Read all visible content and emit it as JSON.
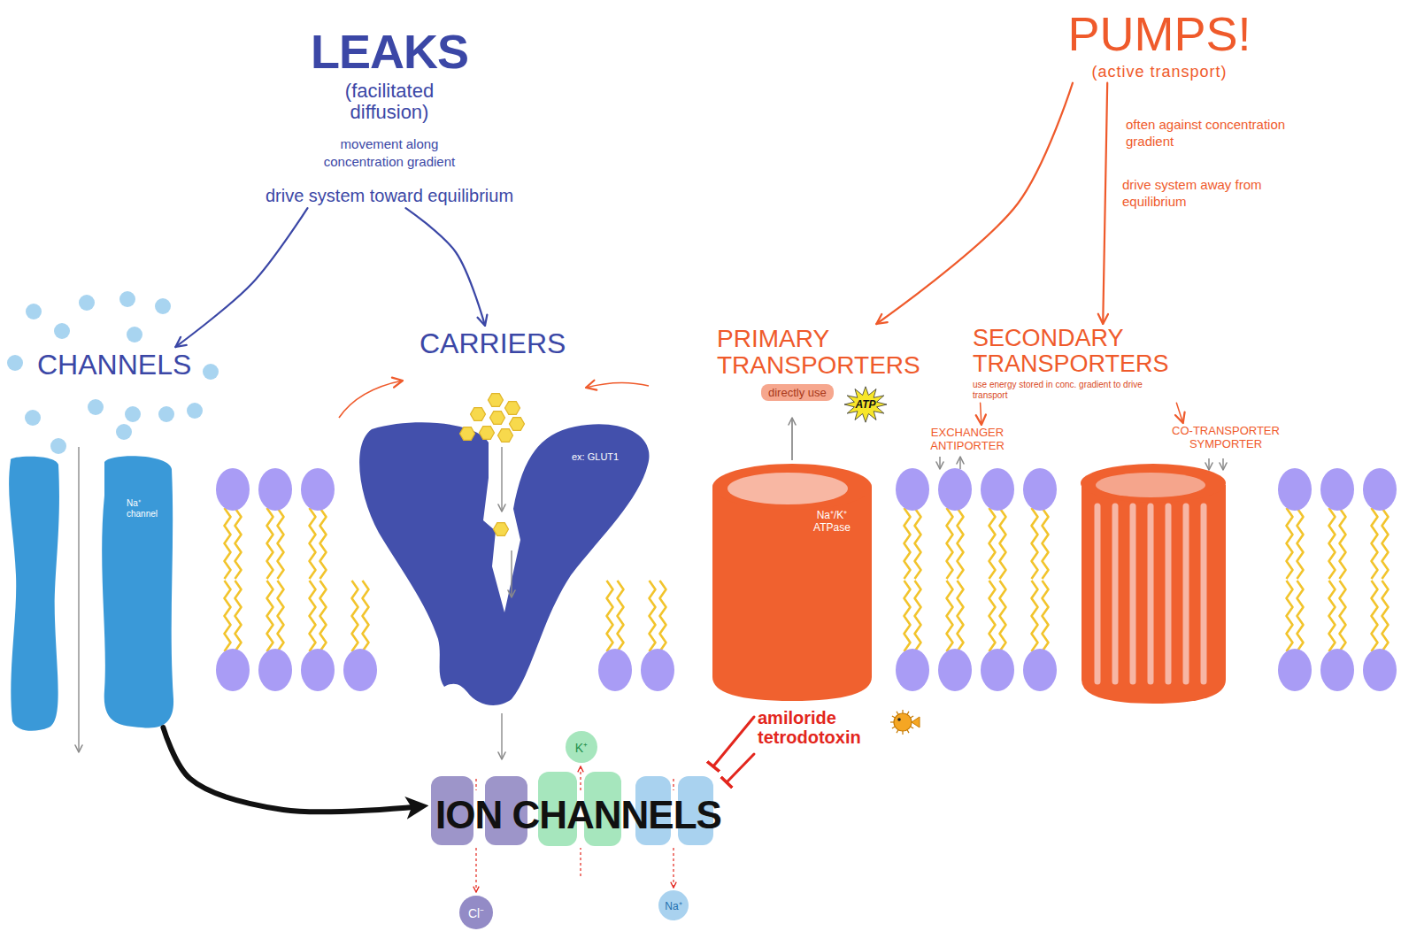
{
  "diagram": {
    "nodes": [
      {
        "text": [
          "LEAKS",
          "(facilitated diffusion)",
          "movement along concentration gradient",
          "drive system toward equilibrium"
        ]
      },
      {
        "text": [
          "PUMPS!",
          "(active transport)"
        ]
      },
      {
        "text": [
          "CHANNELS"
        ]
      },
      {
        "text": [
          "CARRIERS"
        ]
      },
      {
        "text": [
          "PRIMARY TRANSPORTERS",
          "directly use"
        ]
      },
      {
        "text": [
          "ATP"
        ]
      },
      {
        "text": [
          "SECONDARY TRANSPORTERS",
          "use energy stored in conc. gradient to drive transport"
        ]
      },
      {
        "text": [
          "EXCHANGER ANTIPORTER"
        ]
      },
      {
        "text": [
          "CO-TRANSPORTER SYMPORTER"
        ]
      },
      {
        "text": [
          "Na⁺ channel"
        ]
      },
      {
        "text": [
          "ex: GLUT1"
        ]
      },
      {
        "text": [
          "Na⁺/K⁺ ATPase"
        ]
      },
      {
        "text": [
          "amiloride tetrodotoxin"
        ]
      },
      {
        "text": [
          "ION CHANNELS"
        ]
      },
      {
        "text": [
          "K⁺"
        ]
      },
      {
        "text": [
          "Cl⁻"
        ]
      },
      {
        "text": [
          "Na⁺"
        ]
      }
    ],
    "edges": [
      {
        "from": 0,
        "to": 2,
        "arrow": "to"
      },
      {
        "from": 0,
        "to": 3,
        "arrow": "to"
      },
      {
        "from": 1,
        "to": 4,
        "arrow": "to"
      },
      {
        "from": 1,
        "to": 6,
        "arrow": "to"
      },
      {
        "from": 6,
        "to": 7,
        "arrow": "to"
      },
      {
        "from": 6,
        "to": 8,
        "arrow": "to"
      },
      {
        "from": 9,
        "to": 13,
        "arrow": "to"
      },
      {
        "from": 12,
        "to": 13,
        "arrow": "to"
      }
    ],
    "labels": [
      "often against concentration gradient",
      "drive system away from equilibrium"
    ]
  }
}
